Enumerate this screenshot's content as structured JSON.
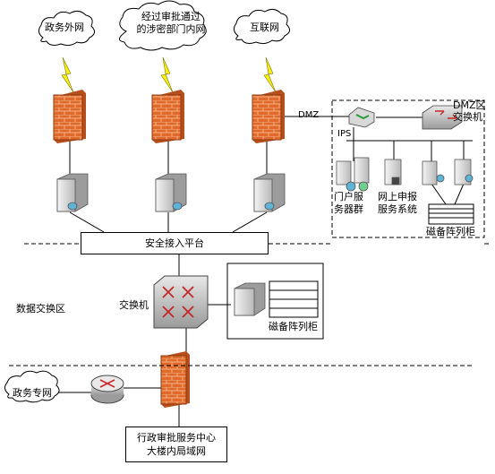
{
  "clouds": {
    "gov_extranet": "政务外网",
    "approval_line1": "经过审批通过",
    "approval_line2": "的涉密部门内网",
    "internet": "互联网",
    "gov_private": "政务专网"
  },
  "dmz": {
    "label": "DMZ",
    "zone_line1": "DMZ区",
    "zone_line2": "交换机",
    "ips": "IPS",
    "portal_line1": "门户服",
    "portal_line2": "务器群",
    "online_line1": "网上申报",
    "online_line2": "服务系统",
    "storage": "磁备阵列柜"
  },
  "platform": {
    "label": "安全接入平台"
  },
  "exchange": {
    "zone": "数据交换区",
    "switch": "交换机",
    "storage": "磁备阵列柜"
  },
  "bottom": {
    "line1": "行政审批服务中心",
    "line2": "大楼内局域网"
  }
}
